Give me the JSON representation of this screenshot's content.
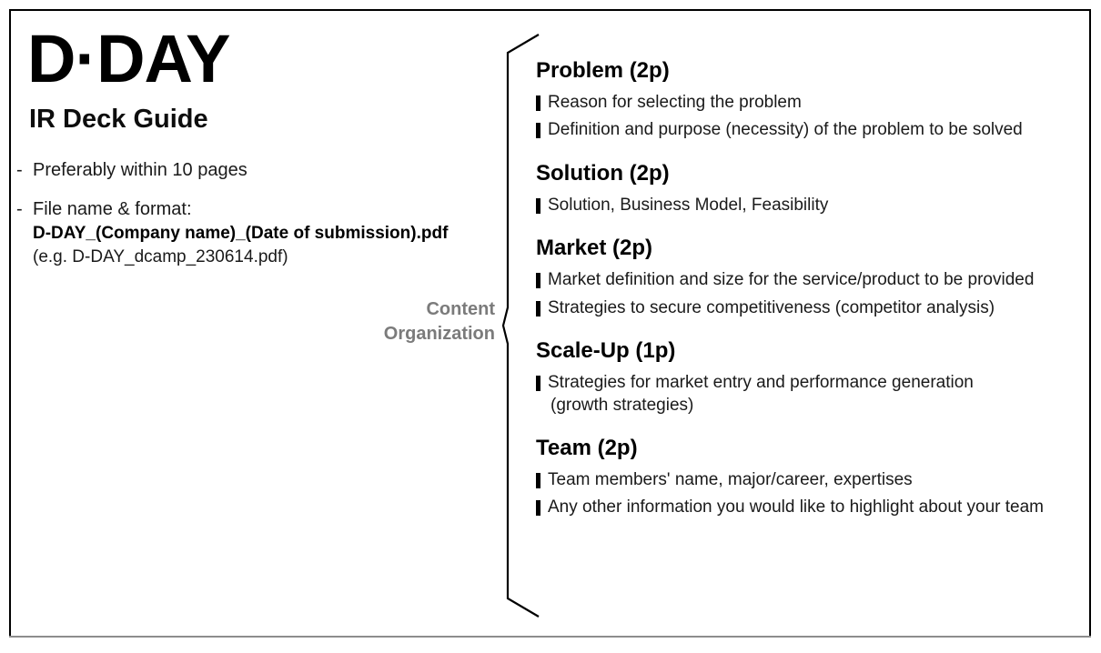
{
  "document": {
    "logo": "D·DAY",
    "subtitle": "IR Deck Guide"
  },
  "notes": [
    {
      "dash": "-",
      "lines": [
        {
          "text": "Preferably within 10 pages",
          "style": "plain"
        }
      ]
    },
    {
      "dash": "-",
      "lines": [
        {
          "text": "File name & format:",
          "style": "plain"
        },
        {
          "text": "D-DAY_(Company name)_(Date of submission).pdf",
          "style": "strong"
        },
        {
          "text": "(e.g. D-DAY_dcamp_230614.pdf)",
          "style": "example"
        }
      ]
    }
  ],
  "organization_label": {
    "line1": "Content",
    "line2": "Organization",
    "color": "#7b7b7b"
  },
  "sections": [
    {
      "title": "Problem (2p)",
      "bullets": [
        {
          "lines": [
            "Reason for selecting the problem"
          ]
        },
        {
          "lines": [
            "Definition and purpose (necessity) of the problem to be solved"
          ]
        }
      ]
    },
    {
      "title": "Solution (2p)",
      "bullets": [
        {
          "lines": [
            "Solution, Business Model, Feasibility"
          ]
        }
      ]
    },
    {
      "title": "Market (2p)",
      "bullets": [
        {
          "lines": [
            "Market definition and size for the service/product to be provided"
          ]
        },
        {
          "lines": [
            "Strategies to secure competitiveness (competitor analysis)"
          ]
        }
      ]
    },
    {
      "title": "Scale-Up (1p)",
      "bullets": [
        {
          "lines": [
            "Strategies for market entry and performance generation",
            "(growth strategies)"
          ]
        }
      ]
    },
    {
      "title": "Team (2p)",
      "bullets": [
        {
          "lines": [
            "Team members' name, major/career, expertises"
          ]
        },
        {
          "lines": [
            "Any other information you would like to highlight about your team"
          ]
        }
      ]
    }
  ],
  "theme": {
    "ink": "#000000",
    "body_text": "#1a1a1a",
    "muted": "#7b7b7b",
    "frame_bottom": "#8d8d8d",
    "background": "#ffffff"
  }
}
